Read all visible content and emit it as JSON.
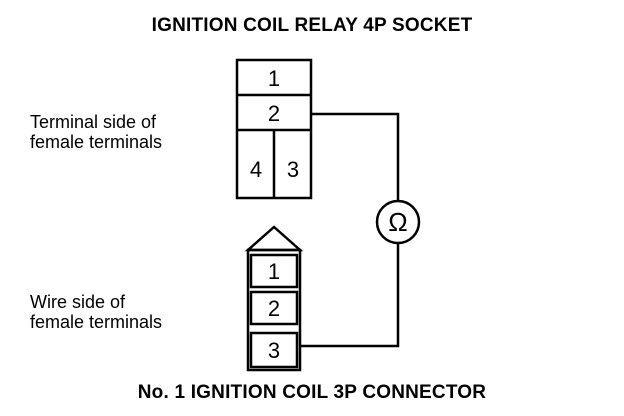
{
  "titles": {
    "top": "IGNITION COIL RELAY 4P SOCKET",
    "bottom": "No. 1 IGNITION COIL 3P CONNECTOR"
  },
  "socket": {
    "label_line1": "Terminal side of",
    "label_line2": "female terminals",
    "terminals": [
      "1",
      "2",
      "4",
      "3"
    ]
  },
  "connector": {
    "label_line1": "Wire side of",
    "label_line2": "female terminals",
    "terminals": [
      "1",
      "2",
      "3"
    ]
  },
  "meter": {
    "symbol": "Ω",
    "icon": "ohmmeter-icon"
  }
}
